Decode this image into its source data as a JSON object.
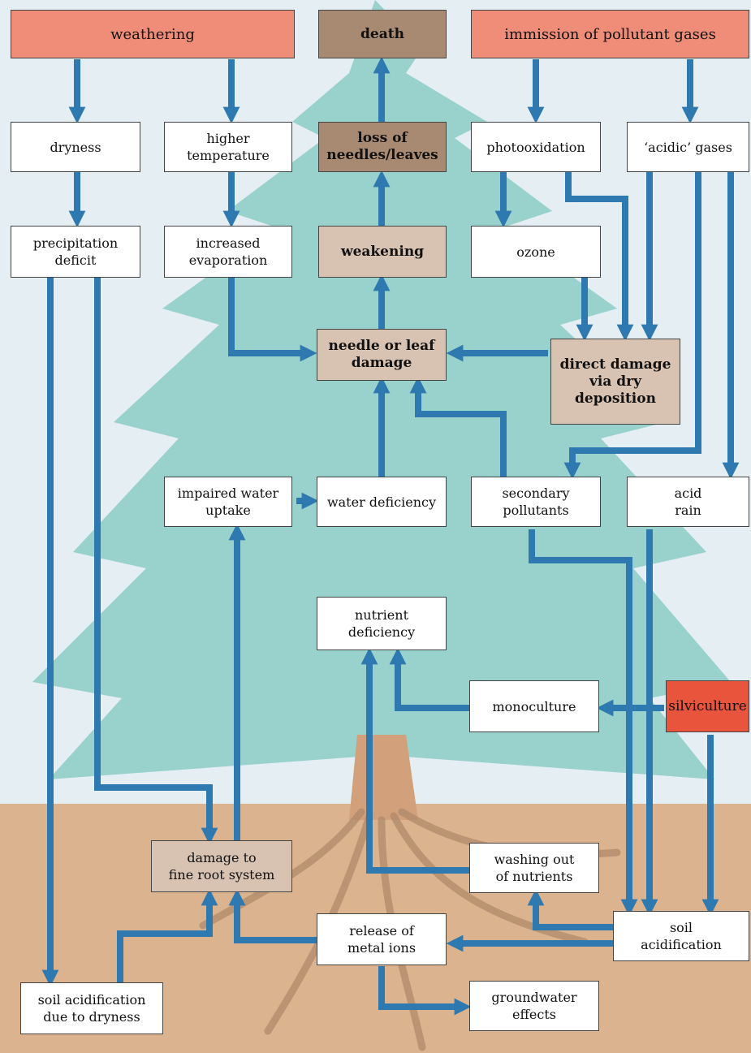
{
  "colors": {
    "sky": "#e4eef3",
    "tree": "#8ccbc6",
    "soil": "#dbb38e",
    "arrow": "#2e79b0",
    "salmon_box": "#f08d78",
    "dark_brown_box": "#a88a72",
    "light_brown_box": "#d8c2b2",
    "silviculture_box": "#e8543c"
  },
  "nodes": {
    "weathering": "weathering",
    "death": "death",
    "immission": "immission of pollutant gases",
    "dryness": "dryness",
    "higher_temperature": "higher temperature",
    "loss_of_needles": "loss of\nneedles/leaves",
    "photooxidation": "photooxidation",
    "acidic_gases": "‘acidic’ gases",
    "precipitation_deficit": "precipitation\ndeficit",
    "increased_evaporation": "increased\nevaporation",
    "weakening": "weakening",
    "ozone": "ozone",
    "needle_leaf_damage": "needle or leaf\ndamage",
    "direct_damage": "direct damage\nvia dry\ndeposition",
    "impaired_water_uptake": "impaired water\nuptake",
    "water_deficiency": "water deficiency",
    "secondary_pollutants": "secondary\npollutants",
    "acid_rain": "acid\nrain",
    "nutrient_deficiency": "nutrient\ndeficiency",
    "monoculture": "monoculture",
    "silviculture": "silviculture",
    "damage_fine_root": "damage to\nfine root system",
    "washing_out": "washing out\nof nutrients",
    "release_metal_ions": "release of\nmetal ions",
    "soil_acidification": "soil\nacidification",
    "soil_acidification_dryness": "soil acidification\ndue to dryness",
    "groundwater_effects": "groundwater\neffects"
  }
}
